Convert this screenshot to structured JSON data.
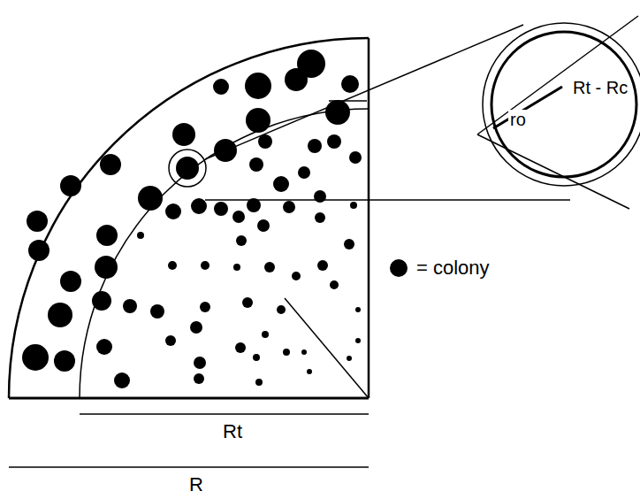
{
  "diagram": {
    "labels": [
      "Rt - Rc",
      "ro",
      "Rt",
      "R"
    ],
    "legend": [
      {
        "text": "= colony",
        "color": "#000000"
      }
    ]
  }
}
